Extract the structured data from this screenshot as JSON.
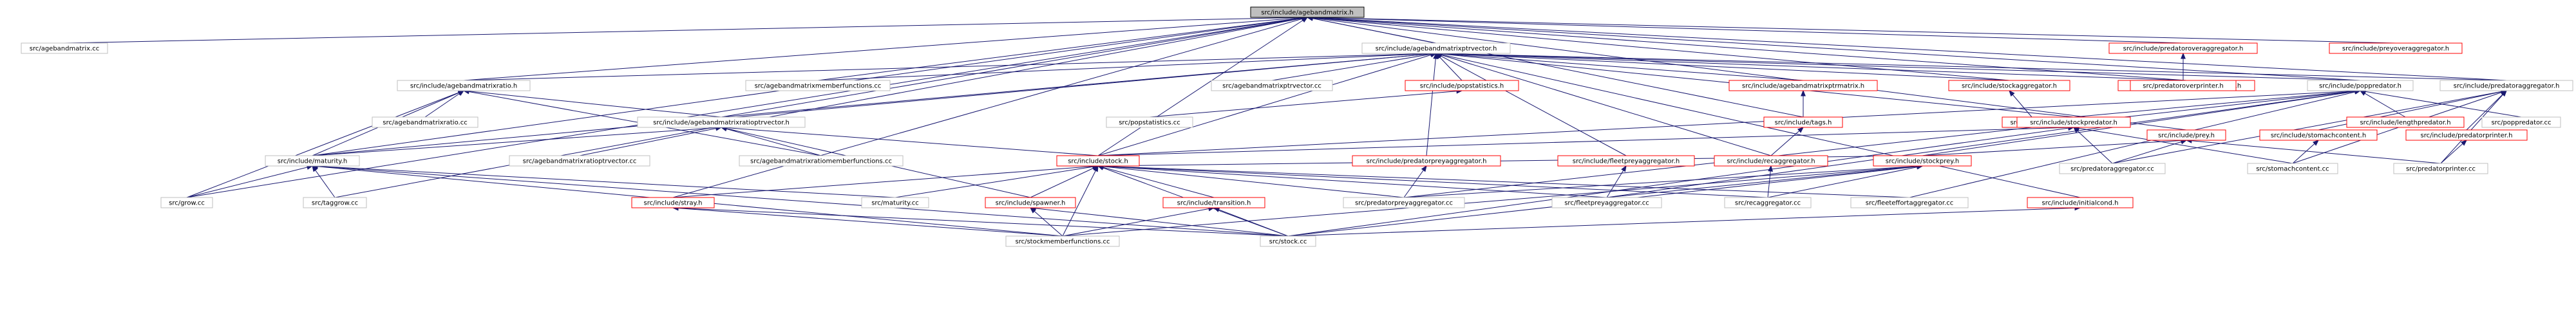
{
  "graph": {
    "nodes": [
      {
        "id": "root",
        "label": "src/include/agebandmatrix.h",
        "doc": true,
        "root": true
      },
      {
        "id": "n1",
        "label": "src/agebandmatrix.cc",
        "doc": true
      },
      {
        "id": "n2",
        "label": "src/include/agebandmatrixptrvector.h",
        "doc": true
      },
      {
        "id": "n3",
        "label": "src/include/predatoroveraggregator.h",
        "doc": false
      },
      {
        "id": "n4",
        "label": "src/include/preyoveraggregator.h",
        "doc": false
      },
      {
        "id": "n5",
        "label": "src/include/agebandmatrixratio.h",
        "doc": true
      },
      {
        "id": "n6",
        "label": "src/agebandmatrixmemberfunctions.cc",
        "doc": true
      },
      {
        "id": "n7",
        "label": "src/agebandmatrixptrvector.cc",
        "doc": true
      },
      {
        "id": "n8",
        "label": "src/include/popstatistics.h",
        "doc": false
      },
      {
        "id": "n9",
        "label": "src/include/agebandmatrixptrmatrix.h",
        "doc": false
      },
      {
        "id": "n10",
        "label": "src/include/stockaggregator.h",
        "doc": false
      },
      {
        "id": "n11",
        "label": "src/include/stockpreyaggregator.h",
        "doc": false
      },
      {
        "id": "n12",
        "label": "src/include/poppredator.h",
        "doc": true
      },
      {
        "id": "n13",
        "label": "src/predatoroverprinter.h",
        "doc": false
      },
      {
        "id": "n14",
        "label": "src/include/predatoraggregator.h",
        "doc": true
      },
      {
        "id": "n15",
        "label": "src/agebandmatrixratio.cc",
        "doc": true
      },
      {
        "id": "n16",
        "label": "src/include/agebandmatrixratioptrvector.h",
        "doc": true
      },
      {
        "id": "n17",
        "label": "src/popstatistics.cc",
        "doc": true
      },
      {
        "id": "n18",
        "label": "src/include/tags.h",
        "doc": false
      },
      {
        "id": "n19",
        "label": "src/renewal.h",
        "doc": false
      },
      {
        "id": "n20",
        "label": "src/include/stockpredator.h",
        "doc": false
      },
      {
        "id": "n21",
        "label": "src/include/lengthpredator.h",
        "doc": false
      },
      {
        "id": "n22",
        "label": "src/poppredator.cc",
        "doc": true
      },
      {
        "id": "n23",
        "label": "src/include/prey.h",
        "doc": false
      },
      {
        "id": "n24",
        "label": "src/include/stomachcontent.h",
        "doc": false
      },
      {
        "id": "n25",
        "label": "src/include/predatorprinter.h",
        "doc": false
      },
      {
        "id": "n26",
        "label": "src/include/maturity.h",
        "doc": true
      },
      {
        "id": "n27",
        "label": "src/agebandmatrixratioptrvector.cc",
        "doc": true
      },
      {
        "id": "n28",
        "label": "src/agebandmatrixratiomemberfunctions.cc",
        "doc": true
      },
      {
        "id": "n29",
        "label": "src/include/stock.h",
        "doc": false
      },
      {
        "id": "n30",
        "label": "src/include/predatorpreyaggregator.h",
        "doc": false
      },
      {
        "id": "n31",
        "label": "src/include/fleetpreyaggregator.h",
        "doc": false
      },
      {
        "id": "n32",
        "label": "src/include/recaggregator.h",
        "doc": false
      },
      {
        "id": "n33",
        "label": "src/include/stockprey.h",
        "doc": false
      },
      {
        "id": "n34",
        "label": "src/predatoraggregator.cc",
        "doc": true
      },
      {
        "id": "n35",
        "label": "src/stomachcontent.cc",
        "doc": true
      },
      {
        "id": "n36",
        "label": "src/predatorprinter.cc",
        "doc": true
      },
      {
        "id": "n37",
        "label": "src/grow.cc",
        "doc": true
      },
      {
        "id": "n38",
        "label": "src/taggrow.cc",
        "doc": true
      },
      {
        "id": "n39",
        "label": "src/include/stray.h",
        "doc": false
      },
      {
        "id": "n40",
        "label": "src/maturity.cc",
        "doc": true
      },
      {
        "id": "n41",
        "label": "src/include/spawner.h",
        "doc": false
      },
      {
        "id": "n42",
        "label": "src/include/transition.h",
        "doc": false
      },
      {
        "id": "n43",
        "label": "src/predatorpreyaggregator.cc",
        "doc": true
      },
      {
        "id": "n44",
        "label": "src/fleetpreyaggregator.cc",
        "doc": true
      },
      {
        "id": "n45",
        "label": "src/recaggregator.cc",
        "doc": true
      },
      {
        "id": "n46",
        "label": "src/fleeteffortaggregator.cc",
        "doc": true
      },
      {
        "id": "n47",
        "label": "src/include/initialcond.h",
        "doc": false
      },
      {
        "id": "n48",
        "label": "src/stockmemberfunctions.cc",
        "doc": true
      },
      {
        "id": "n49",
        "label": "src/stock.cc",
        "doc": true
      }
    ],
    "edges": [
      [
        "root",
        "n1"
      ],
      [
        "root",
        "n2"
      ],
      [
        "root",
        "n3"
      ],
      [
        "root",
        "n4"
      ],
      [
        "root",
        "n5"
      ],
      [
        "root",
        "n6"
      ],
      [
        "root",
        "n10"
      ],
      [
        "root",
        "n12"
      ],
      [
        "root",
        "n14"
      ],
      [
        "root",
        "n16"
      ],
      [
        "root",
        "n26"
      ],
      [
        "root",
        "n29"
      ],
      [
        "root",
        "n37"
      ],
      [
        "root",
        "n38"
      ],
      [
        "root",
        "n39"
      ],
      [
        "root",
        "n23"
      ],
      [
        "root",
        "n18"
      ],
      [
        "root",
        "n11"
      ],
      [
        "n2",
        "n5"
      ],
      [
        "n2",
        "n6"
      ],
      [
        "n2",
        "n7"
      ],
      [
        "n2",
        "n8"
      ],
      [
        "n2",
        "n9"
      ],
      [
        "n2",
        "n10"
      ],
      [
        "n2",
        "n11"
      ],
      [
        "n2",
        "n12"
      ],
      [
        "n2",
        "n14"
      ],
      [
        "n2",
        "n16"
      ],
      [
        "n2",
        "n20"
      ],
      [
        "n2",
        "n26"
      ],
      [
        "n2",
        "n29"
      ],
      [
        "n2",
        "n30"
      ],
      [
        "n2",
        "n31"
      ],
      [
        "n2",
        "n32"
      ],
      [
        "n2",
        "n47"
      ],
      [
        "n3",
        "n13"
      ],
      [
        "n5",
        "n15"
      ],
      [
        "n5",
        "n16"
      ],
      [
        "n5",
        "n26"
      ],
      [
        "n5",
        "n28"
      ],
      [
        "n5",
        "n37"
      ],
      [
        "n8",
        "n17"
      ],
      [
        "n9",
        "n18"
      ],
      [
        "n10",
        "n19"
      ],
      [
        "n18",
        "n32"
      ],
      [
        "n12",
        "n20"
      ],
      [
        "n12",
        "n21"
      ],
      [
        "n12",
        "n22"
      ],
      [
        "n12",
        "n43"
      ],
      [
        "n12",
        "n44"
      ],
      [
        "n12",
        "n46"
      ],
      [
        "n12",
        "n33"
      ],
      [
        "n12",
        "n29"
      ],
      [
        "n14",
        "n34"
      ],
      [
        "n14",
        "n35"
      ],
      [
        "n14",
        "n36"
      ],
      [
        "n14",
        "n24"
      ],
      [
        "n14",
        "n25"
      ],
      [
        "n23",
        "n33"
      ],
      [
        "n23",
        "n34"
      ],
      [
        "n23",
        "n36"
      ],
      [
        "n24",
        "n35"
      ],
      [
        "n25",
        "n36"
      ],
      [
        "n16",
        "n26"
      ],
      [
        "n16",
        "n27"
      ],
      [
        "n16",
        "n28"
      ],
      [
        "n16",
        "n29"
      ],
      [
        "n16",
        "n41"
      ],
      [
        "n20",
        "n29"
      ],
      [
        "n20",
        "n34"
      ],
      [
        "n20",
        "n35"
      ],
      [
        "n20",
        "n49"
      ],
      [
        "n26",
        "n37"
      ],
      [
        "n26",
        "n38"
      ],
      [
        "n26",
        "n40"
      ],
      [
        "n26",
        "n48"
      ],
      [
        "n26",
        "n49"
      ],
      [
        "n29",
        "n39"
      ],
      [
        "n29",
        "n40"
      ],
      [
        "n29",
        "n41"
      ],
      [
        "n29",
        "n42"
      ],
      [
        "n29",
        "n43"
      ],
      [
        "n29",
        "n44"
      ],
      [
        "n29",
        "n45"
      ],
      [
        "n29",
        "n46"
      ],
      [
        "n29",
        "n48"
      ],
      [
        "n29",
        "n49"
      ],
      [
        "n29",
        "n33"
      ],
      [
        "n30",
        "n43"
      ],
      [
        "n31",
        "n44"
      ],
      [
        "n32",
        "n45"
      ],
      [
        "n33",
        "n43"
      ],
      [
        "n33",
        "n44"
      ],
      [
        "n33",
        "n45"
      ],
      [
        "n33",
        "n48"
      ],
      [
        "n33",
        "n49"
      ],
      [
        "n39",
        "n48"
      ],
      [
        "n39",
        "n49"
      ],
      [
        "n41",
        "n48"
      ],
      [
        "n41",
        "n49"
      ],
      [
        "n42",
        "n48"
      ],
      [
        "n42",
        "n49"
      ],
      [
        "n47",
        "n49"
      ]
    ]
  }
}
